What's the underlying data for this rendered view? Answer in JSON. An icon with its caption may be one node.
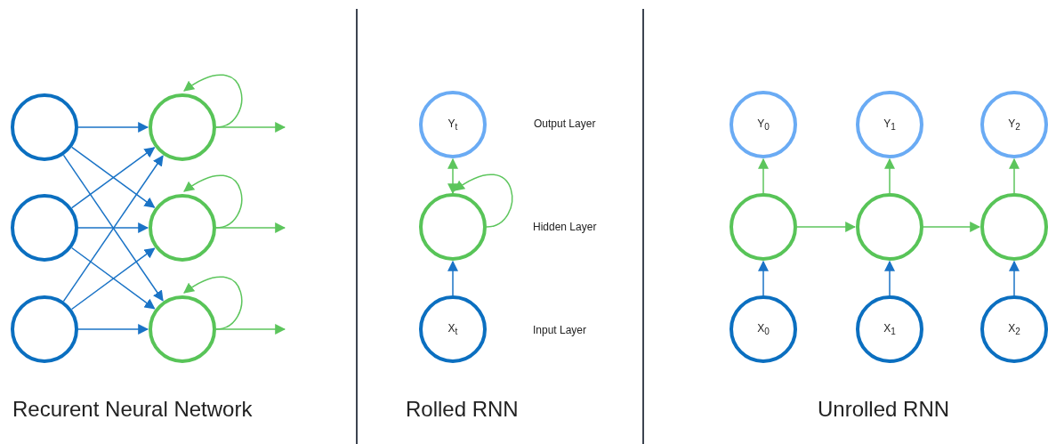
{
  "diagram": {
    "nodes": [
      {
        "text": [],
        "shape": "circle"
      },
      {
        "text": [],
        "shape": "circle"
      },
      {
        "text": [],
        "shape": "circle"
      },
      {
        "text": [],
        "shape": "circle"
      },
      {
        "text": [],
        "shape": "circle"
      },
      {
        "text": [],
        "shape": "circle"
      },
      {
        "text": [
          "Y$_{t}$"
        ]
      },
      {
        "text": [],
        "shape": "circle"
      },
      {
        "text": [
          "X$_{t}$"
        ]
      },
      {
        "text": [
          "Y$_{0}$"
        ]
      },
      {
        "text": [
          "Y$_{1}$"
        ]
      },
      {
        "text": [
          "Y$_{2}$"
        ]
      },
      {
        "text": [],
        "shape": "circle"
      },
      {
        "text": [],
        "shape": "circle"
      },
      {
        "text": [],
        "shape": "circle"
      },
      {
        "text": [
          "X$_{0}$"
        ]
      },
      {
        "text": [
          "X$_{1}$"
        ]
      },
      {
        "text": [
          "X$_{2}$"
        ]
      }
    ],
    "edges": [
      {
        "from": 0,
        "to": 3,
        "arrow": "to",
        "color": "#1a73c6"
      },
      {
        "from": 0,
        "to": 4,
        "arrow": "to",
        "color": "#1a73c6"
      },
      {
        "from": 0,
        "to": 5,
        "arrow": "to",
        "color": "#1a73c6"
      },
      {
        "from": 1,
        "to": 3,
        "arrow": "to",
        "color": "#1a73c6"
      },
      {
        "from": 1,
        "to": 4,
        "arrow": "to",
        "color": "#1a73c6"
      },
      {
        "from": 1,
        "to": 5,
        "arrow": "to",
        "color": "#1a73c6"
      },
      {
        "from": 2,
        "to": 3,
        "arrow": "to",
        "color": "#1a73c6"
      },
      {
        "from": 2,
        "to": 4,
        "arrow": "to",
        "color": "#1a73c6"
      },
      {
        "from": 2,
        "to": 5,
        "arrow": "to",
        "color": "#1a73c6"
      },
      {
        "from": 3,
        "to": 3,
        "arrow": "to",
        "color": "#5cc55c"
      },
      {
        "from": 4,
        "to": 4,
        "arrow": "to",
        "color": "#5cc55c"
      },
      {
        "from": 5,
        "to": 5,
        "arrow": "to",
        "color": "#5cc55c"
      },
      {
        "from": 3,
        "to": null,
        "arrow": "to",
        "color": "#5cc55c"
      },
      {
        "from": 4,
        "to": null,
        "arrow": "to",
        "color": "#5cc55c"
      },
      {
        "from": 5,
        "to": null,
        "arrow": "to",
        "color": "#5cc55c"
      },
      {
        "from": 8,
        "to": 7,
        "arrow": "to",
        "color": "#1a73c6"
      },
      {
        "from": 7,
        "to": 6,
        "arrow": "both",
        "color": "#5cc55c"
      },
      {
        "from": 7,
        "to": 7,
        "arrow": "to",
        "color": "#5cc55c"
      },
      {
        "from": 15,
        "to": 12,
        "arrow": "to",
        "color": "#1a73c6"
      },
      {
        "from": 16,
        "to": 13,
        "arrow": "to",
        "color": "#1a73c6"
      },
      {
        "from": 17,
        "to": 14,
        "arrow": "to",
        "color": "#1a73c6"
      },
      {
        "from": 12,
        "to": 9,
        "arrow": "to",
        "color": "#5cc55c"
      },
      {
        "from": 13,
        "to": 10,
        "arrow": "to",
        "color": "#5cc55c"
      },
      {
        "from": 14,
        "to": 11,
        "arrow": "to",
        "color": "#5cc55c"
      },
      {
        "from": 12,
        "to": 13,
        "arrow": "to",
        "color": "#5cc55c"
      },
      {
        "from": 13,
        "to": 14,
        "arrow": "to",
        "color": "#5cc55c"
      }
    ],
    "labels": [
      "Output Layer",
      "Hidden Layer",
      "Input Layer",
      "Recurent Neural Network",
      "Rolled RNN",
      "Unrolled RNN"
    ]
  }
}
